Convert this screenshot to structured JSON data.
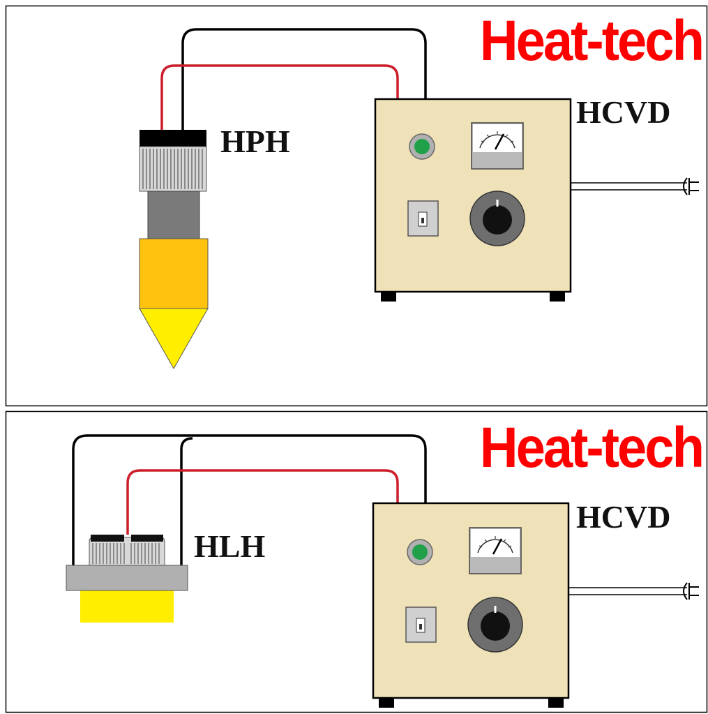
{
  "colors": {
    "brand_red": "#ff0000",
    "controller_body": "#f0e2b8",
    "lamp_green": "#1fa049",
    "probe_orange": "#ffc20e",
    "probe_yellow": "#ffee00",
    "wire_red": "#cc1e2a",
    "wire_black": "#000000"
  },
  "top_panel": {
    "brand": "Heat-tech",
    "heater_label": "HPH",
    "controller_label": "HCVD"
  },
  "bottom_panel": {
    "brand": "Heat-tech",
    "heater_label": "HLH",
    "controller_label": "HCVD"
  },
  "icons": [
    "heater-probe-icon",
    "line-heater-icon",
    "controller-box-icon",
    "power-plug-icon",
    "meter-icon",
    "indicator-lamp-icon",
    "toggle-switch-icon",
    "dial-knob-icon"
  ]
}
